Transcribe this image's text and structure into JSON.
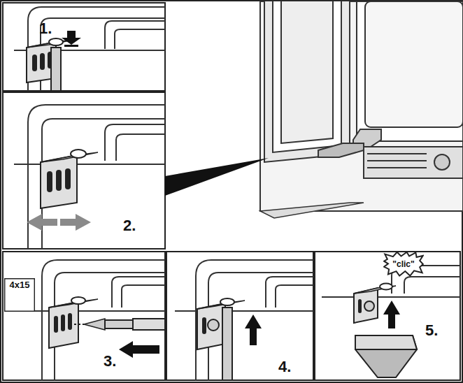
{
  "diagram": {
    "nodes": [
      {
        "text": [
          "4x15"
        ]
      },
      {
        "text": [
          "\"clic\""
        ]
      }
    ],
    "labels": [
      "1.",
      "2.",
      "3.",
      "4.",
      "5."
    ]
  }
}
